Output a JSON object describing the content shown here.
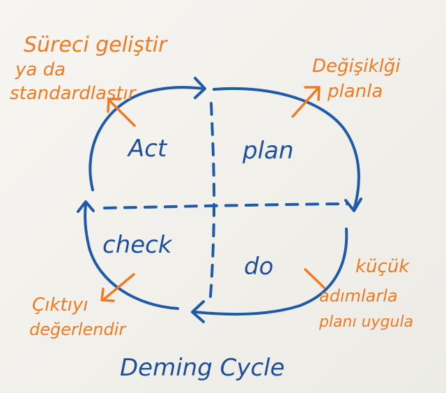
{
  "quadrants": {
    "act": "Act",
    "plan": "plan",
    "check": "check",
    "do": "do"
  },
  "annotations": {
    "act_note": [
      "Süreci geliştir",
      "ya da",
      "standardlaştır"
    ],
    "plan_note": [
      "Değişiklği",
      "planla"
    ],
    "check_note": [
      "Çıktıyı",
      "değerlendir"
    ],
    "do_note": [
      "küçük",
      "adımlarla",
      "planı uygula"
    ]
  },
  "caption": "Deming Cycle",
  "colors": {
    "cycle": "#1f5aa6",
    "notes": "#ef7a22",
    "paper": "#f3f1ec"
  }
}
